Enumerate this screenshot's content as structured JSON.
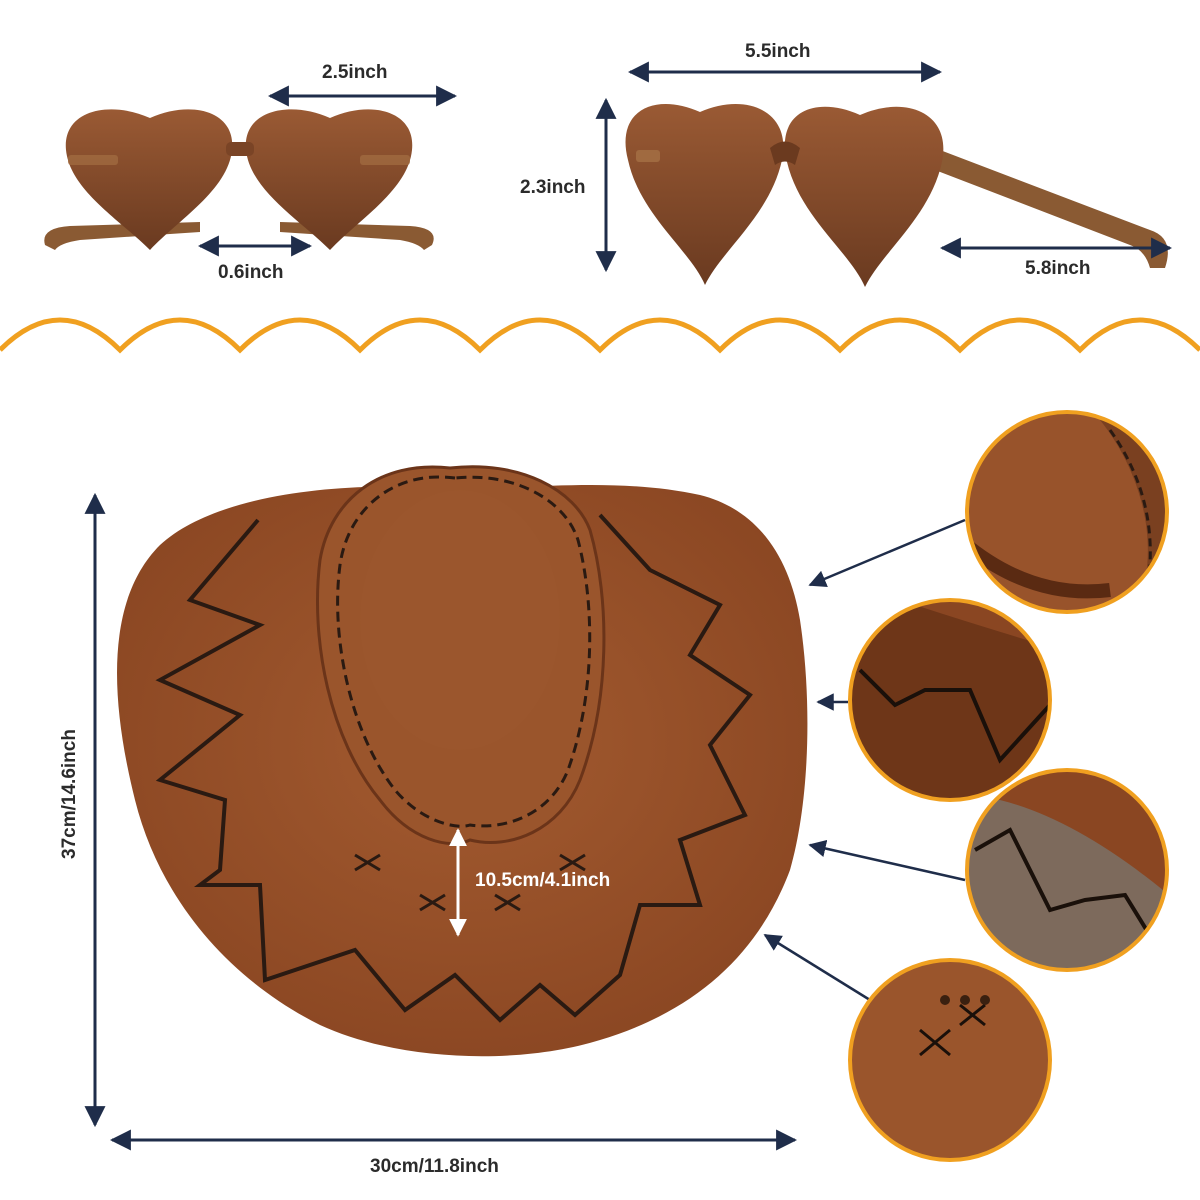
{
  "dimensions": {
    "glasses_small_width": "2.5inch",
    "glasses_small_bridge": "0.6inch",
    "glasses_large_width": "5.5inch",
    "glasses_large_height": "2.3inch",
    "glasses_temple_length": "5.8inch",
    "hat_height": "37cm/14.6inch",
    "hat_width": "30cm/11.8inch",
    "hat_crown_height": "10.5cm/4.1inch"
  },
  "colors": {
    "lens_brown": "#7a4426",
    "frame_brown": "#8a5a33",
    "hat_brown": "#96522a",
    "hat_dark": "#6b3419",
    "stitch": "#2a1a12",
    "divider_orange": "#f0a020",
    "arrow_navy": "#1f2d4a",
    "circle_border": "#f0a020"
  },
  "detail_views": [
    {
      "name": "crown-stitching-detail",
      "icon": "hat-crown-closeup"
    },
    {
      "name": "brim-zigzag-detail",
      "icon": "hat-brim-closeup"
    },
    {
      "name": "inner-brim-detail",
      "icon": "hat-inner-closeup"
    },
    {
      "name": "crown-cross-stitch-detail",
      "icon": "hat-side-closeup"
    }
  ]
}
